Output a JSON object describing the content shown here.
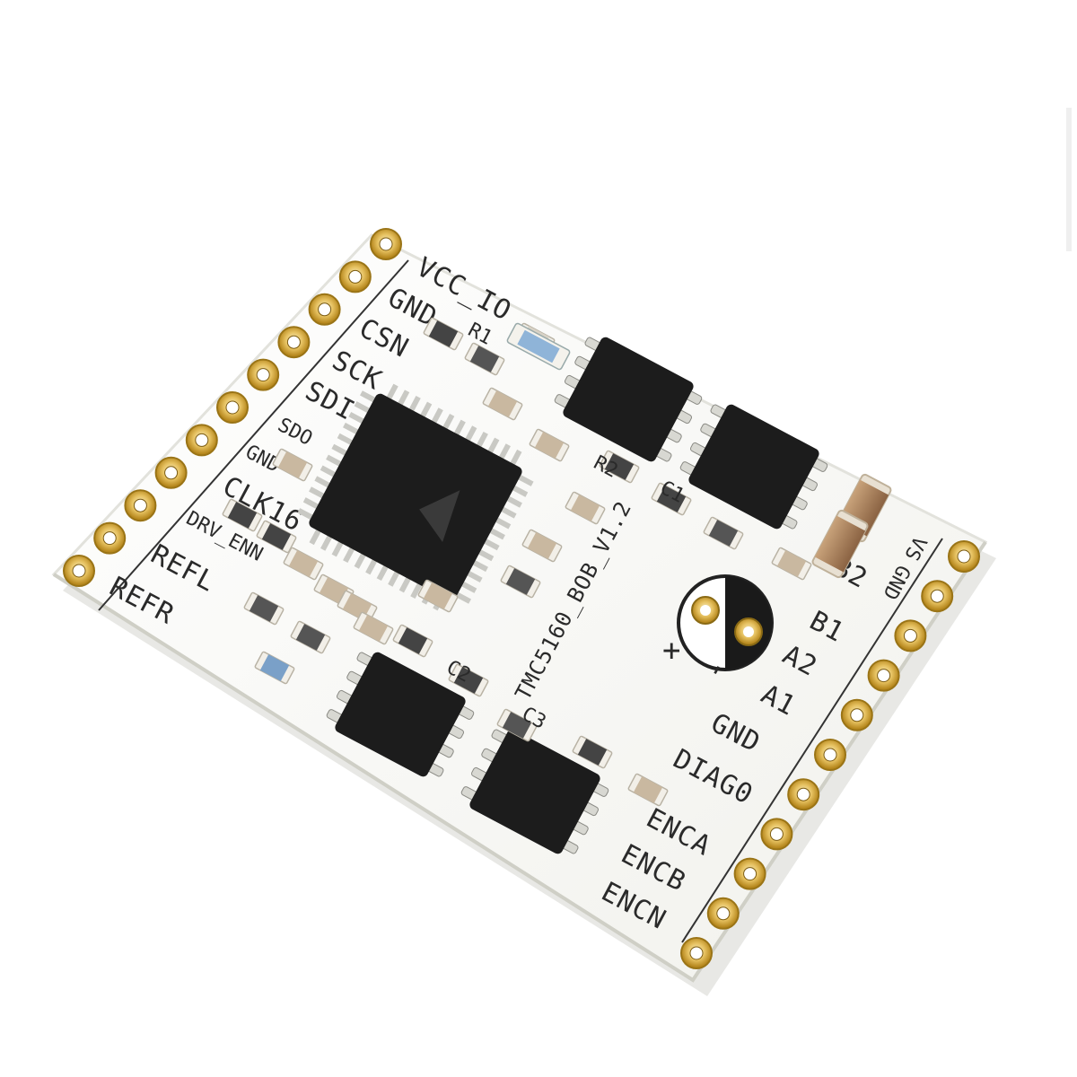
{
  "board": {
    "left_pin_labels": [
      "VCC_IO",
      "GND",
      "CSN",
      "SCK",
      "SDI",
      "SDO",
      "GND",
      "CLK16",
      "DRV_ENN",
      "REFL",
      "REFR"
    ],
    "right_pin_labels": [
      "VS",
      "GND",
      "B2",
      "B1",
      "A2",
      "A1",
      "GND",
      "DIAG0",
      "ENCA",
      "ENCB",
      "ENCN"
    ],
    "version_label": "TMC5160_BOB_V1.2",
    "polarity": {
      "plus": "+",
      "minus": "-"
    },
    "small_marks": [
      "R1",
      "R2",
      "C1",
      "C2",
      "C3"
    ]
  },
  "colors": {
    "pcb": "#fbfbf8",
    "pad_gold": "#d4a32a",
    "ic_body": "#141414",
    "silkscreen": "#2a2a2a"
  }
}
